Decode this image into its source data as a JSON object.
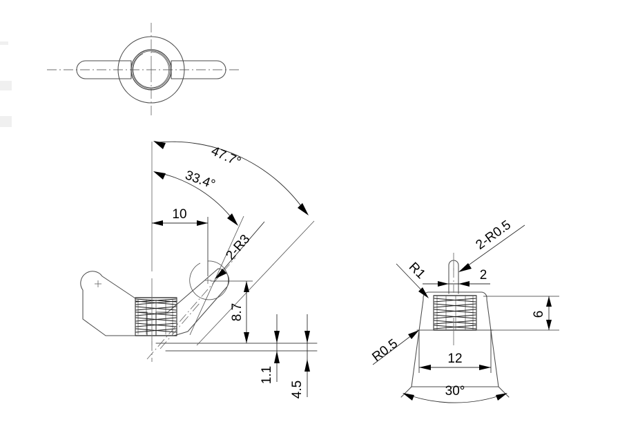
{
  "drawing": {
    "title": "Wing nut orthographic engineering drawing",
    "background": "#ffffff",
    "line_color": "#4a4a4a",
    "dim_color": "#000000",
    "views": [
      {
        "name": "top-view",
        "label": ""
      },
      {
        "name": "front-view",
        "label": ""
      },
      {
        "name": "side-view",
        "label": ""
      }
    ]
  },
  "dimensions": {
    "front": {
      "angle_outer": "47.7°",
      "angle_inner": "33.4°",
      "offset_10": "10",
      "radius_2r3": "2-R3",
      "height_8_7": "8.7",
      "height_1_1": "1.1",
      "height_4_5": "4.5"
    },
    "side": {
      "radius_2r05": "2-R0.5",
      "radius_r1": "R1",
      "width_2": "2",
      "height_6": "6",
      "radius_r05": "R0.5",
      "width_12": "12",
      "angle_30": "30°"
    }
  }
}
